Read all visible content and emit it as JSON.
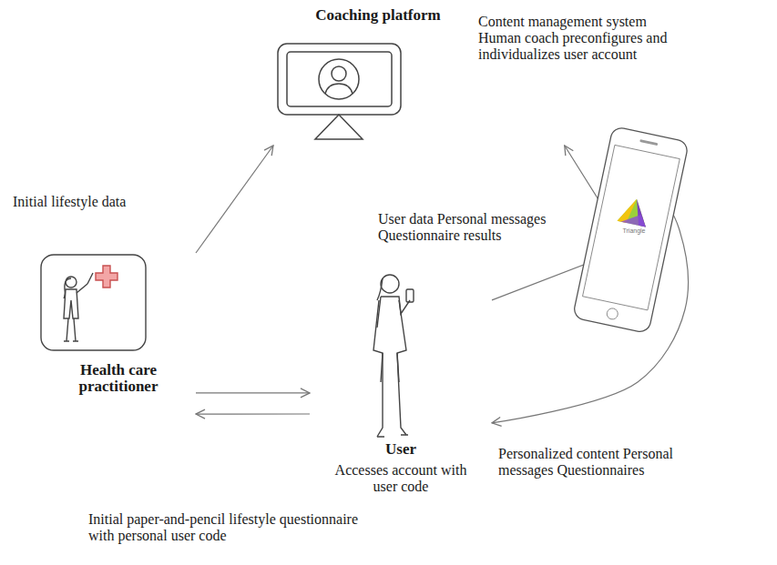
{
  "diagram": {
    "nodes": [
      {
        "text": [
          "Coaching platform",
          "Content management system Human coach preconfigures and individualizes user account"
        ]
      },
      {
        "text": [
          "Health care practitioner"
        ]
      },
      {
        "text": [
          "User",
          "Accesses account with user code"
        ]
      }
    ],
    "edges": [
      {
        "from": 1,
        "to": 0,
        "label": "Initial lifestyle data",
        "arrow": "to"
      },
      {
        "from": 1,
        "to": 2,
        "arrow": "to"
      },
      {
        "from": 2,
        "to": 1,
        "label": "Initial paper-and-pencil lifestyle questionnaire with personal user code",
        "arrow": "to"
      },
      {
        "from": 2,
        "to": 0,
        "label": "User data Personal messages Questionnaire results",
        "arrow": "to"
      },
      {
        "from": 0,
        "to": 2,
        "label": "Personalized content Personal messages Questionnaires",
        "arrow": "to"
      }
    ],
    "labels": [
      "Triangle"
    ]
  }
}
